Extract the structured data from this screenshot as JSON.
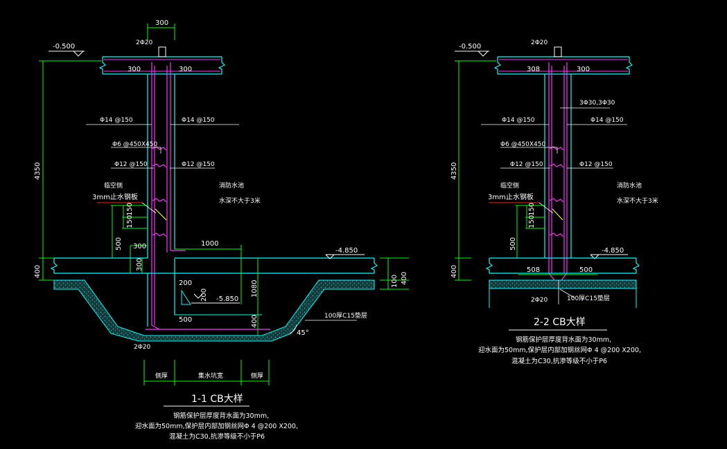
{
  "colors": {
    "background": "#000000",
    "dimension": "#00ff00",
    "structure": "#00ffff",
    "rebar": "#ff33ff",
    "leader": "#ffffff",
    "waterstop": "#ff2222",
    "fill": "#2a7f7f",
    "accent": "#ffff00"
  },
  "section_1_1": {
    "top_dim": "300",
    "bar_top": "2Φ20",
    "elev_top": "-0.500",
    "left_width": "300",
    "right_width": "300",
    "left_horiz": "Φ14 @150",
    "right_horiz": "Φ14 @150",
    "tie": "Φ6 @450X450",
    "left_vert": "Φ12 @150",
    "right_vert": "Φ12 @150",
    "side_label": "临空侧",
    "waterstop": "3mm止水钢板",
    "water_side": "消防水池",
    "water_depth": "水深不大于3米",
    "dim_150a": "150",
    "dim_150b": "150",
    "dim_500": "500",
    "dim_300a": "300",
    "dim_300b": "300",
    "dim_4350": "4350",
    "dim_400": "400",
    "dim_1000": "1000",
    "elev_mid": "-4.850",
    "dim_400b": "100",
    "dim_400c": "400",
    "dim_200a": "200",
    "dim_200b": "200",
    "elev_pit": "-5.850",
    "dim_1080": "1080",
    "dim_400d": "400",
    "dim_500b": "500",
    "angle": "45°",
    "cushion": "100厚C15垫层",
    "bar_bottom": "2Φ20",
    "bot_left": "侧厚",
    "bot_mid": "集水坑宽",
    "bot_right": "侧厚",
    "title": "1-1 CB大样",
    "notes": [
      "钢筋保护层厚度背水面为30mm,",
      "迎水面为50mm,保护层内部加钢丝网Φ  4 @200 X200,",
      "混凝土为C30,抗渗等级不小于P6"
    ]
  },
  "section_2_2": {
    "bar_top": "2Φ20",
    "elev_top": "-0.500",
    "left_width": "308",
    "right_width": "300",
    "extra_bars": "3Φ30,3Φ30",
    "left_horiz": "Φ14 @150",
    "right_horiz": "Φ14 @150",
    "tie": "Φ6 @450X450",
    "left_vert": "Φ12 @150",
    "right_vert": "Φ12 @150",
    "side_label": "临空侧",
    "waterstop": "3mm止水钢板",
    "water_side": "消防水池",
    "water_depth": "水深不大于3米",
    "dim_150a": "150",
    "dim_150b": "150",
    "dim_500": "500",
    "dim_4350": "4350",
    "dim_400": "400",
    "elev_mid": "-4.850",
    "dim_500l": "508",
    "dim_500r": "500",
    "bar_bottom": "2Φ20",
    "cushion": "100厚C15垫层",
    "title": "2-2 CB大样",
    "notes": [
      "钢筋保护层厚度背水面为30mm,",
      "迎水面为50mm,保护层内部加钢丝网Φ  4 @200 X200,",
      "混凝土为C30,抗渗等级不小于P6"
    ]
  }
}
